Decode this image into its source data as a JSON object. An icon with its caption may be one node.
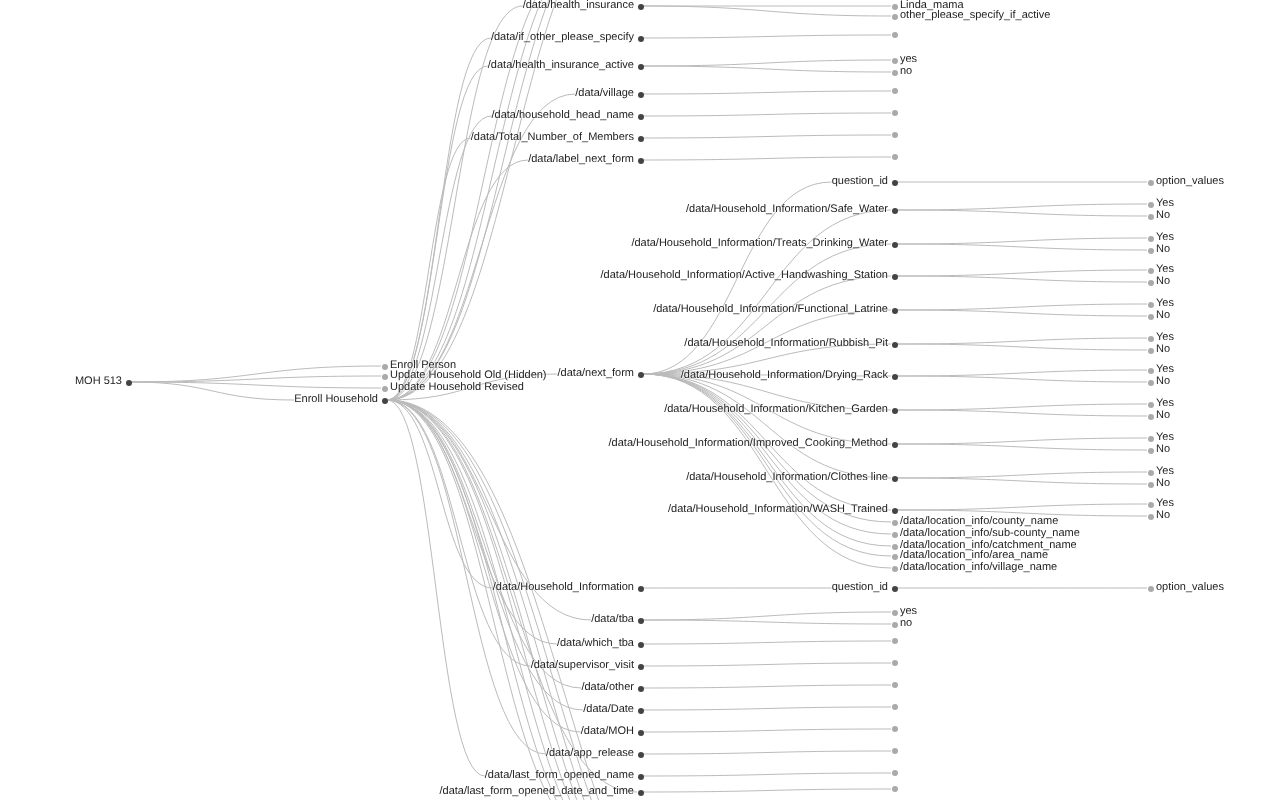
{
  "diagram": {
    "nodes": [
      {
        "text": [
          "MOH 513"
        ]
      },
      {
        "text": [
          "Enroll Person"
        ]
      },
      {
        "text": [
          "Update Household Old (Hidden)"
        ]
      },
      {
        "text": [
          "Update Household Revised"
        ]
      },
      {
        "text": [
          "Enroll Household"
        ]
      },
      {
        "text": [
          "/data/health_insurance"
        ]
      },
      {
        "text": [
          "Linda_mama"
        ]
      },
      {
        "text": [
          "other_please_specify_if_active"
        ]
      },
      {
        "text": [
          "/data/if_other_please_specify"
        ]
      },
      {
        "text": [],
        "shape": "circle"
      },
      {
        "text": [
          "/data/health_insurance_active"
        ]
      },
      {
        "text": [
          "yes"
        ]
      },
      {
        "text": [
          "no"
        ]
      },
      {
        "text": [
          "/data/village"
        ]
      },
      {
        "text": [],
        "shape": "circle"
      },
      {
        "text": [
          "/data/household_head_name"
        ]
      },
      {
        "text": [],
        "shape": "circle"
      },
      {
        "text": [
          "/data/Total_Number_of_Members"
        ]
      },
      {
        "text": [],
        "shape": "circle"
      },
      {
        "text": [
          "/data/label_next_form"
        ]
      },
      {
        "text": [],
        "shape": "circle"
      },
      {
        "text": [
          "/data/next_form"
        ]
      },
      {
        "text": [
          "question_id"
        ]
      },
      {
        "text": [
          "option_values"
        ]
      },
      {
        "text": [
          "/data/Household_Information/Safe_Water"
        ]
      },
      {
        "text": [
          "Yes"
        ]
      },
      {
        "text": [
          "No"
        ]
      },
      {
        "text": [
          "/data/Household_Information/Treats_Drinking_Water"
        ]
      },
      {
        "text": [
          "Yes"
        ]
      },
      {
        "text": [
          "No"
        ]
      },
      {
        "text": [
          "/data/Household_Information/Active_Handwashing_Station"
        ]
      },
      {
        "text": [
          "Yes"
        ]
      },
      {
        "text": [
          "No"
        ]
      },
      {
        "text": [
          "/data/Household_Information/Functional_Latrine"
        ]
      },
      {
        "text": [
          "Yes"
        ]
      },
      {
        "text": [
          "No"
        ]
      },
      {
        "text": [
          "/data/Household_Information/Rubbish_Pit"
        ]
      },
      {
        "text": [
          "Yes"
        ]
      },
      {
        "text": [
          "No"
        ]
      },
      {
        "text": [
          "/data/Household_Information/Drying_Rack"
        ]
      },
      {
        "text": [
          "Yes"
        ]
      },
      {
        "text": [
          "No"
        ]
      },
      {
        "text": [
          "/data/Household_Information/Kitchen_Garden"
        ]
      },
      {
        "text": [
          "Yes"
        ]
      },
      {
        "text": [
          "No"
        ]
      },
      {
        "text": [
          "/data/Household_Information/Improved_Cooking_Method"
        ]
      },
      {
        "text": [
          "Yes"
        ]
      },
      {
        "text": [
          "No"
        ]
      },
      {
        "text": [
          "/data/Household_Information/Clothes line"
        ]
      },
      {
        "text": [
          "Yes"
        ]
      },
      {
        "text": [
          "No"
        ]
      },
      {
        "text": [
          "/data/Household_Information/WASH_Trained"
        ]
      },
      {
        "text": [
          "Yes"
        ]
      },
      {
        "text": [
          "No"
        ]
      },
      {
        "text": [
          "/data/location_info/county_name"
        ]
      },
      {
        "text": [
          "/data/location_info/sub-county_name"
        ]
      },
      {
        "text": [
          "/data/location_info/catchment_name"
        ]
      },
      {
        "text": [
          "/data/location_info/area_name"
        ]
      },
      {
        "text": [
          "/data/location_info/village_name"
        ]
      },
      {
        "text": [
          "/data/Household_Information"
        ]
      },
      {
        "text": [
          "question_id"
        ]
      },
      {
        "text": [
          "option_values"
        ]
      },
      {
        "text": [
          "/data/tba"
        ]
      },
      {
        "text": [
          "yes"
        ]
      },
      {
        "text": [
          "no"
        ]
      },
      {
        "text": [
          "/data/which_tba"
        ]
      },
      {
        "text": [],
        "shape": "circle"
      },
      {
        "text": [
          "/data/supervisor_visit"
        ]
      },
      {
        "text": [],
        "shape": "circle"
      },
      {
        "text": [
          "/data/other"
        ]
      },
      {
        "text": [],
        "shape": "circle"
      },
      {
        "text": [
          "/data/Date"
        ]
      },
      {
        "text": [],
        "shape": "circle"
      },
      {
        "text": [
          "/data/MOH"
        ]
      },
      {
        "text": [],
        "shape": "circle"
      },
      {
        "text": [
          "/data/app_release"
        ]
      },
      {
        "text": [],
        "shape": "circle"
      },
      {
        "text": [
          "/data/last_form_opened_name"
        ]
      },
      {
        "text": [],
        "shape": "circle"
      },
      {
        "text": [
          "/data/last_form_opened_date_and_time"
        ]
      },
      {
        "text": [],
        "shape": "circle"
      }
    ],
    "edges": [
      {
        "from": 0,
        "to": 1,
        "arrow": "none"
      },
      {
        "from": 0,
        "to": 2,
        "arrow": "none"
      },
      {
        "from": 0,
        "to": 3,
        "arrow": "none"
      },
      {
        "from": 0,
        "to": 4,
        "arrow": "none"
      },
      {
        "from": 4,
        "to": 5,
        "arrow": "none"
      },
      {
        "from": 5,
        "to": 6,
        "arrow": "none"
      },
      {
        "from": 5,
        "to": 7,
        "arrow": "none"
      },
      {
        "from": 4,
        "to": 8,
        "arrow": "none"
      },
      {
        "from": 8,
        "to": 9,
        "arrow": "none"
      },
      {
        "from": 4,
        "to": 10,
        "arrow": "none"
      },
      {
        "from": 10,
        "to": 11,
        "arrow": "none"
      },
      {
        "from": 10,
        "to": 12,
        "arrow": "none"
      },
      {
        "from": 4,
        "to": 13,
        "arrow": "none"
      },
      {
        "from": 13,
        "to": 14,
        "arrow": "none"
      },
      {
        "from": 4,
        "to": 15,
        "arrow": "none"
      },
      {
        "from": 15,
        "to": 16,
        "arrow": "none"
      },
      {
        "from": 4,
        "to": 17,
        "arrow": "none"
      },
      {
        "from": 17,
        "to": 18,
        "arrow": "none"
      },
      {
        "from": 4,
        "to": 19,
        "arrow": "none"
      },
      {
        "from": 19,
        "to": 20,
        "arrow": "none"
      },
      {
        "from": 4,
        "to": 21,
        "arrow": "none"
      },
      {
        "from": 21,
        "to": 22,
        "arrow": "none"
      },
      {
        "from": 22,
        "to": 23,
        "arrow": "none"
      },
      {
        "from": 21,
        "to": 24,
        "arrow": "none"
      },
      {
        "from": 24,
        "to": 25,
        "arrow": "none"
      },
      {
        "from": 24,
        "to": 26,
        "arrow": "none"
      },
      {
        "from": 21,
        "to": 27,
        "arrow": "none"
      },
      {
        "from": 27,
        "to": 28,
        "arrow": "none"
      },
      {
        "from": 27,
        "to": 29,
        "arrow": "none"
      },
      {
        "from": 21,
        "to": 30,
        "arrow": "none"
      },
      {
        "from": 30,
        "to": 31,
        "arrow": "none"
      },
      {
        "from": 30,
        "to": 32,
        "arrow": "none"
      },
      {
        "from": 21,
        "to": 33,
        "arrow": "none"
      },
      {
        "from": 33,
        "to": 34,
        "arrow": "none"
      },
      {
        "from": 33,
        "to": 35,
        "arrow": "none"
      },
      {
        "from": 21,
        "to": 36,
        "arrow": "none"
      },
      {
        "from": 36,
        "to": 37,
        "arrow": "none"
      },
      {
        "from": 36,
        "to": 38,
        "arrow": "none"
      },
      {
        "from": 21,
        "to": 39,
        "arrow": "none"
      },
      {
        "from": 39,
        "to": 40,
        "arrow": "none"
      },
      {
        "from": 39,
        "to": 41,
        "arrow": "none"
      },
      {
        "from": 21,
        "to": 42,
        "arrow": "none"
      },
      {
        "from": 42,
        "to": 43,
        "arrow": "none"
      },
      {
        "from": 42,
        "to": 44,
        "arrow": "none"
      },
      {
        "from": 21,
        "to": 45,
        "arrow": "none"
      },
      {
        "from": 45,
        "to": 46,
        "arrow": "none"
      },
      {
        "from": 45,
        "to": 47,
        "arrow": "none"
      },
      {
        "from": 21,
        "to": 48,
        "arrow": "none"
      },
      {
        "from": 48,
        "to": 49,
        "arrow": "none"
      },
      {
        "from": 48,
        "to": 50,
        "arrow": "none"
      },
      {
        "from": 21,
        "to": 51,
        "arrow": "none"
      },
      {
        "from": 51,
        "to": 52,
        "arrow": "none"
      },
      {
        "from": 51,
        "to": 53,
        "arrow": "none"
      },
      {
        "from": 21,
        "to": 54,
        "arrow": "none"
      },
      {
        "from": 21,
        "to": 55,
        "arrow": "none"
      },
      {
        "from": 21,
        "to": 56,
        "arrow": "none"
      },
      {
        "from": 21,
        "to": 57,
        "arrow": "none"
      },
      {
        "from": 21,
        "to": 58,
        "arrow": "none"
      },
      {
        "from": 4,
        "to": 59,
        "arrow": "none"
      },
      {
        "from": 59,
        "to": 60,
        "arrow": "none"
      },
      {
        "from": 60,
        "to": 61,
        "arrow": "none"
      },
      {
        "from": 4,
        "to": 62,
        "arrow": "none"
      },
      {
        "from": 62,
        "to": 63,
        "arrow": "none"
      },
      {
        "from": 62,
        "to": 64,
        "arrow": "none"
      },
      {
        "from": 4,
        "to": 65,
        "arrow": "none"
      },
      {
        "from": 65,
        "to": 66,
        "arrow": "none"
      },
      {
        "from": 4,
        "to": 67,
        "arrow": "none"
      },
      {
        "from": 67,
        "to": 68,
        "arrow": "none"
      },
      {
        "from": 4,
        "to": 69,
        "arrow": "none"
      },
      {
        "from": 69,
        "to": 70,
        "arrow": "none"
      },
      {
        "from": 4,
        "to": 71,
        "arrow": "none"
      },
      {
        "from": 71,
        "to": 72,
        "arrow": "none"
      },
      {
        "from": 4,
        "to": 73,
        "arrow": "none"
      },
      {
        "from": 73,
        "to": 74,
        "arrow": "none"
      },
      {
        "from": 4,
        "to": 75,
        "arrow": "none"
      },
      {
        "from": 75,
        "to": 76,
        "arrow": "none"
      },
      {
        "from": 4,
        "to": 77,
        "arrow": "none"
      },
      {
        "from": 77,
        "to": 78,
        "arrow": "none"
      },
      {
        "from": 4,
        "to": 79,
        "arrow": "none"
      },
      {
        "from": 79,
        "to": 80,
        "arrow": "none"
      },
      {
        "from": 4,
        "to": null,
        "arrow": "none"
      },
      {
        "from": 4,
        "to": null,
        "arrow": "none"
      },
      {
        "from": 4,
        "to": null,
        "arrow": "none"
      },
      {
        "from": 4,
        "to": null,
        "arrow": "none"
      },
      {
        "from": 4,
        "to": null,
        "arrow": "none"
      },
      {
        "from": 4,
        "to": null,
        "arrow": "none"
      },
      {
        "from": 4,
        "to": null,
        "arrow": "none"
      },
      {
        "from": 4,
        "to": null,
        "arrow": "none"
      },
      {
        "from": 4,
        "to": null,
        "arrow": "none"
      },
      {
        "from": 4,
        "to": null,
        "arrow": "none"
      },
      {
        "from": 4,
        "to": null,
        "arrow": "none"
      },
      {
        "from": 4,
        "to": null,
        "arrow": "none"
      }
    ]
  }
}
